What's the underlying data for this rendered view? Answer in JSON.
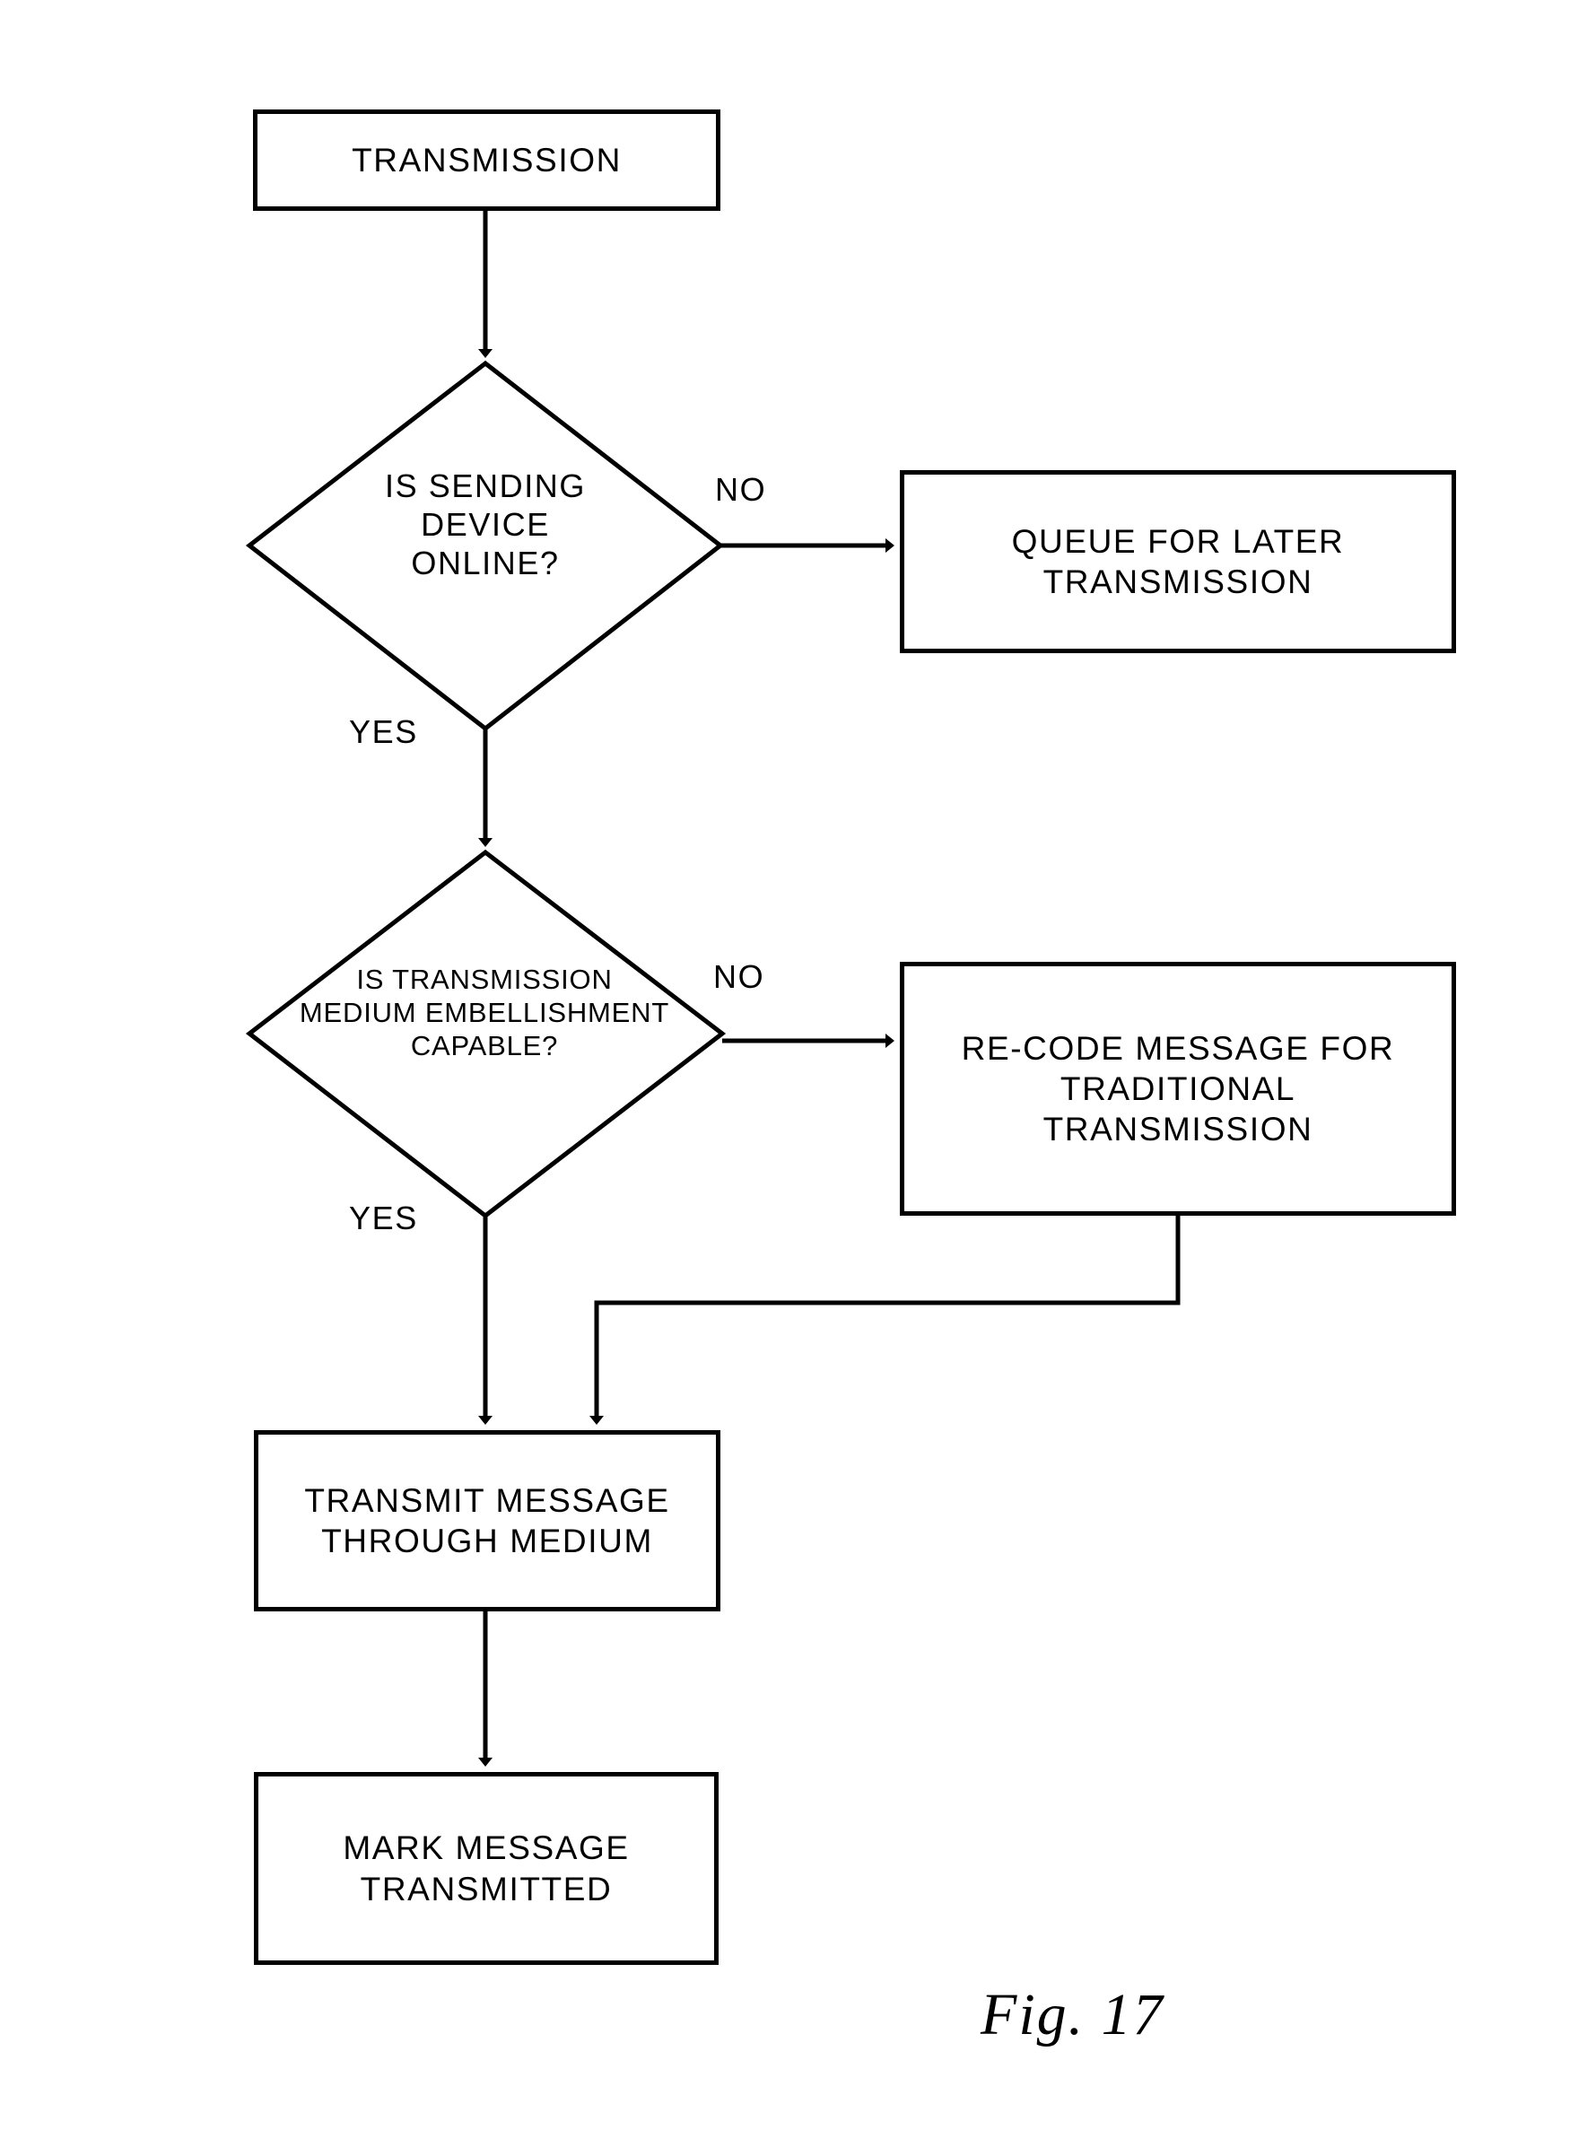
{
  "figure": {
    "caption": "Fig. 17",
    "type": "flowchart",
    "title": "TRANSMISSION"
  },
  "nodes": {
    "start": {
      "id": "start",
      "shape": "rectangle",
      "label": "TRANSMISSION"
    },
    "decision_online": {
      "id": "decision_online",
      "shape": "diamond",
      "label": "IS SENDING\nDEVICE\nONLINE?"
    },
    "queue_later": {
      "id": "queue_later",
      "shape": "rectangle",
      "label": "QUEUE FOR LATER\nTRANSMISSION"
    },
    "decision_embellishment": {
      "id": "decision_embellishment",
      "shape": "diamond",
      "label": "IS TRANSMISSION\nMEDIUM EMBELLISHMENT\nCAPABLE?"
    },
    "recode": {
      "id": "recode",
      "shape": "rectangle",
      "label": "RE-CODE MESSAGE FOR\nTRADITIONAL\nTRANSMISSION"
    },
    "transmit": {
      "id": "transmit",
      "shape": "rectangle",
      "label": "TRANSMIT MESSAGE\nTHROUGH MEDIUM"
    },
    "mark": {
      "id": "mark",
      "shape": "rectangle",
      "label": "MARK MESSAGE\nTRANSMITTED"
    }
  },
  "edge_labels": {
    "online_no": "NO",
    "online_yes": "YES",
    "embellishment_no": "NO",
    "embellishment_yes": "YES"
  },
  "colors": {
    "ink": "#000000",
    "paper": "#ffffff"
  }
}
